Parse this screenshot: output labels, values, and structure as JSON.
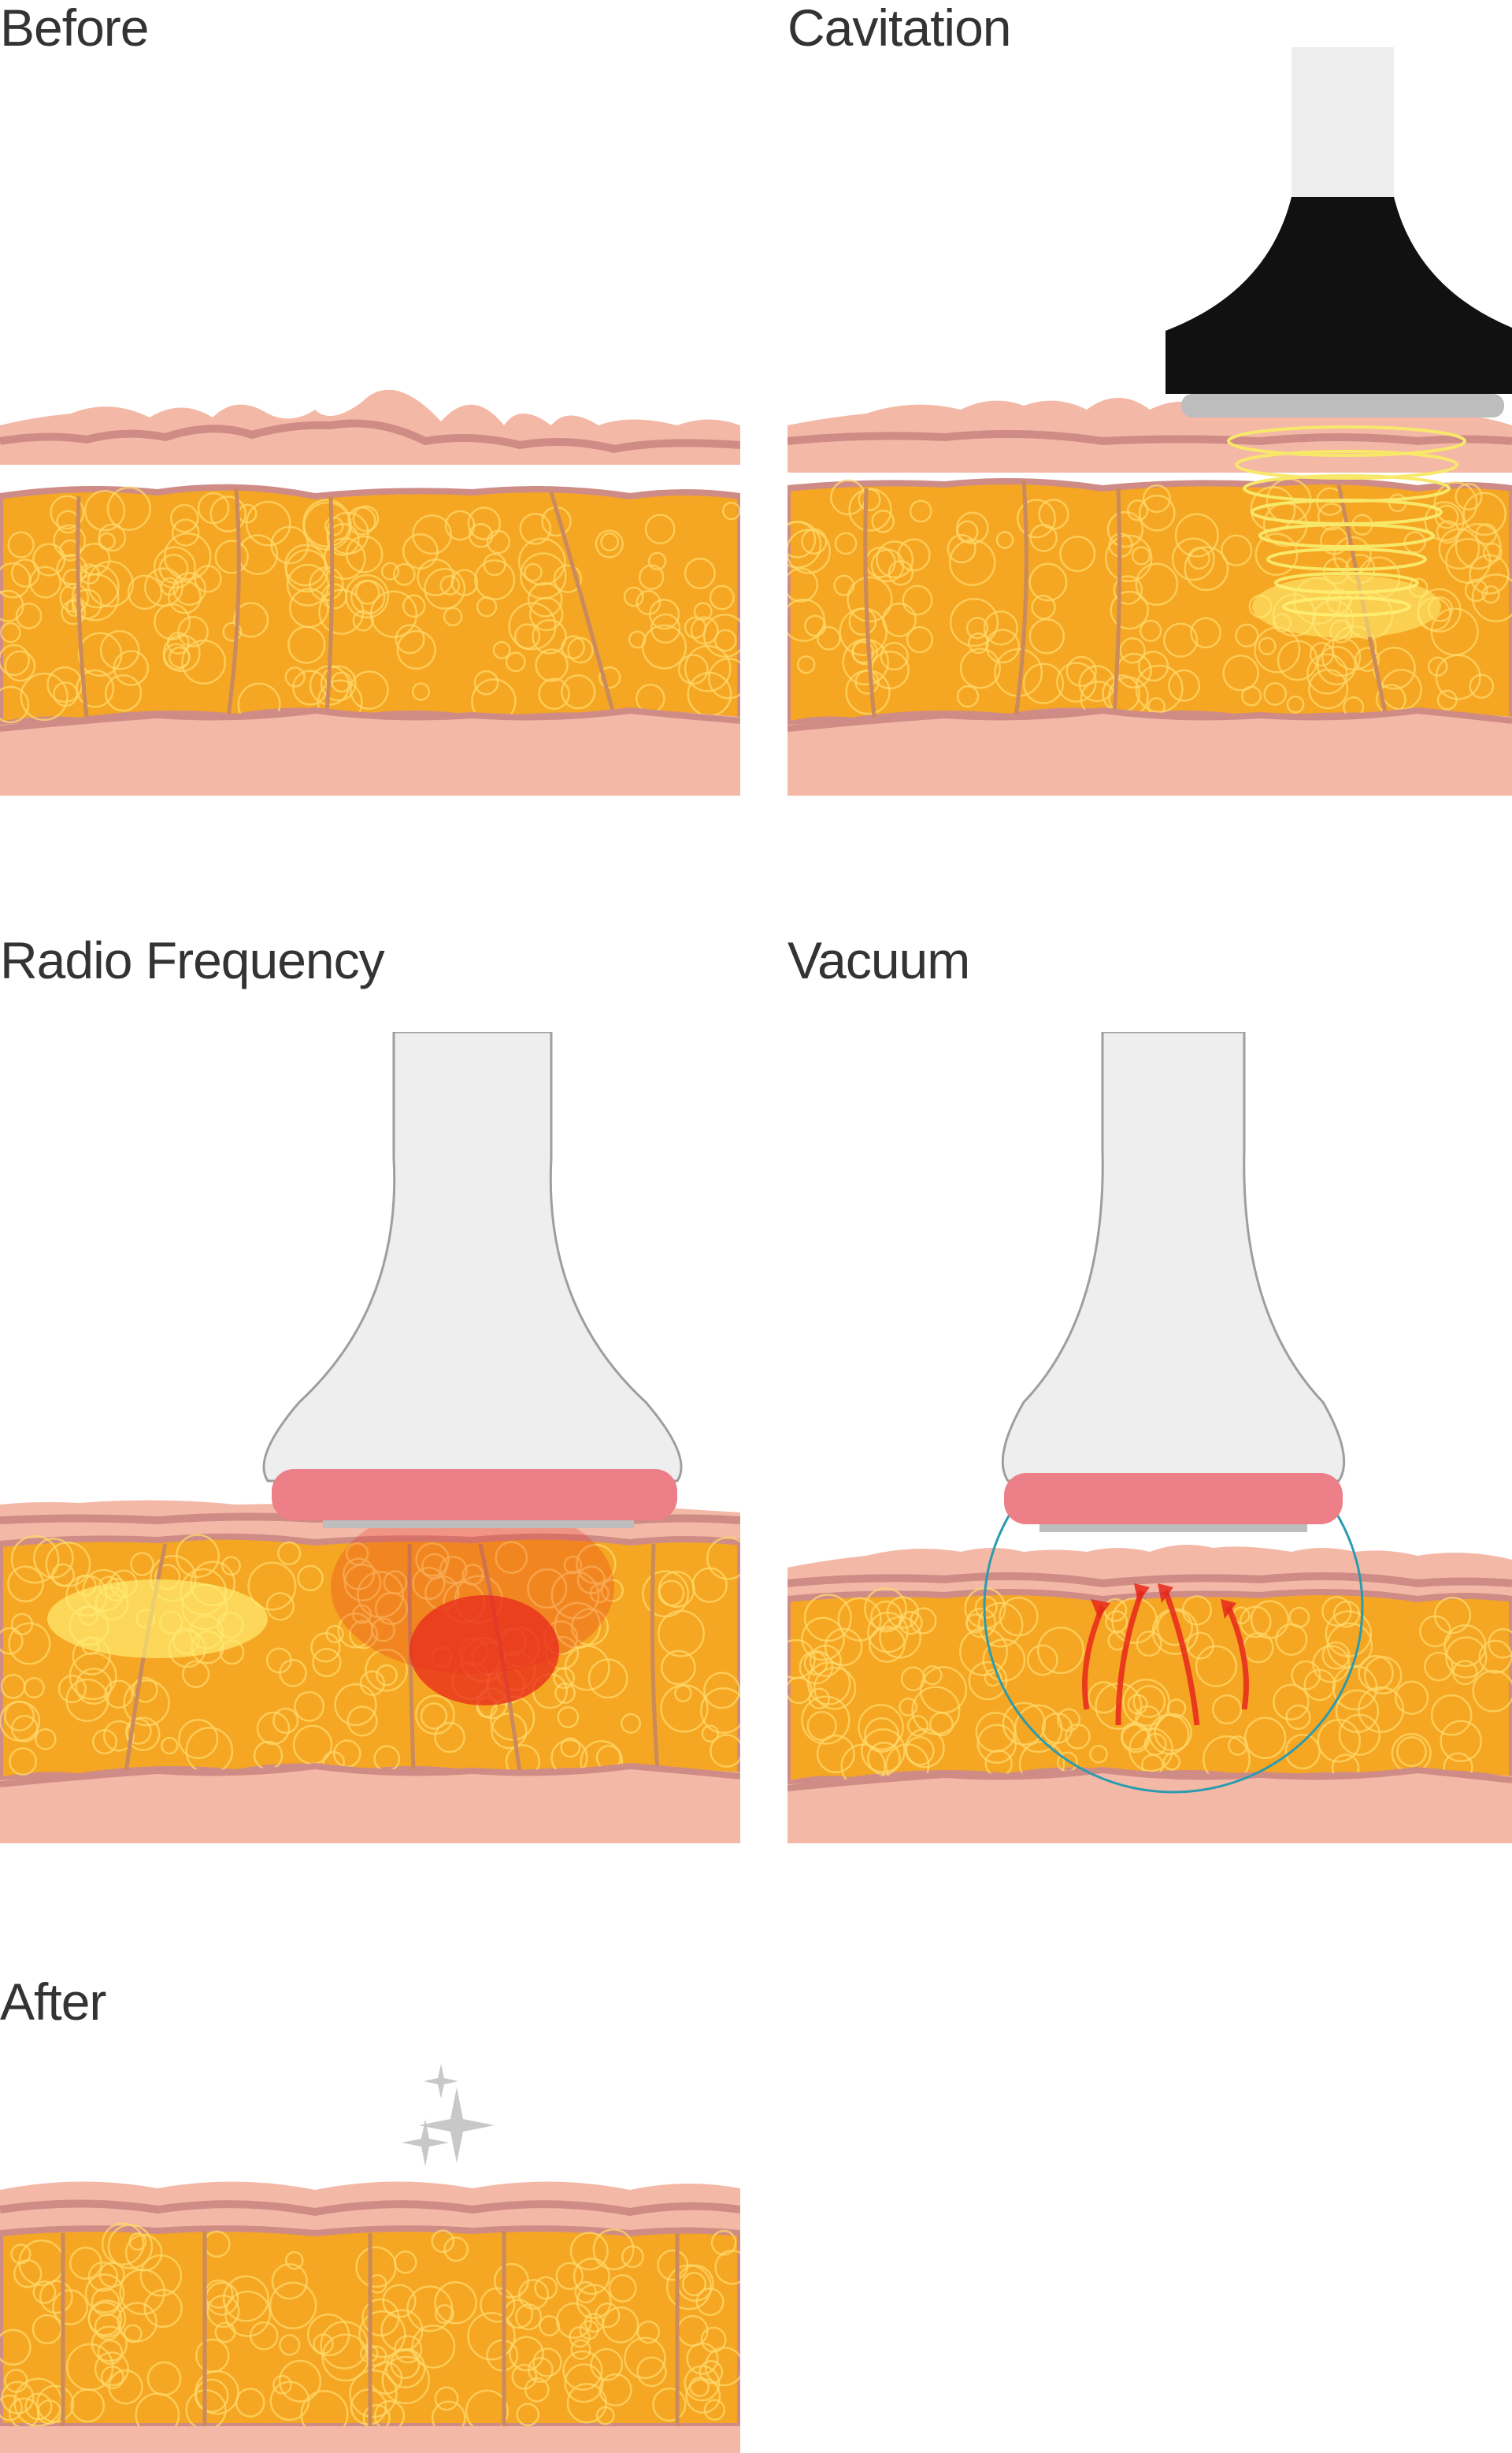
{
  "panels": {
    "before": {
      "title": "Before"
    },
    "cavitation": {
      "title": "Cavitation"
    },
    "radio_frequency": {
      "title": "Radio Frequency"
    },
    "vacuum": {
      "title": "Vacuum"
    },
    "after": {
      "title": "After"
    }
  },
  "colors": {
    "skin": "#f4b8a6",
    "skin_line": "#cf8c86",
    "fat": "#f5a623",
    "fat_cell_outline": "#ffd86a",
    "septa": "#c98a5e",
    "device_light": "#eeeeee",
    "device_dark": "#111111",
    "device_pink": "#ec7f87",
    "heat_red": "#e8281c",
    "ultrasound_yellow": "#f8e86a",
    "sparkle": "#c8c8c8",
    "vacuum_ring": "#2a9bb0"
  },
  "icons": [
    "sparkle-icon",
    "arrow-up-icon"
  ]
}
